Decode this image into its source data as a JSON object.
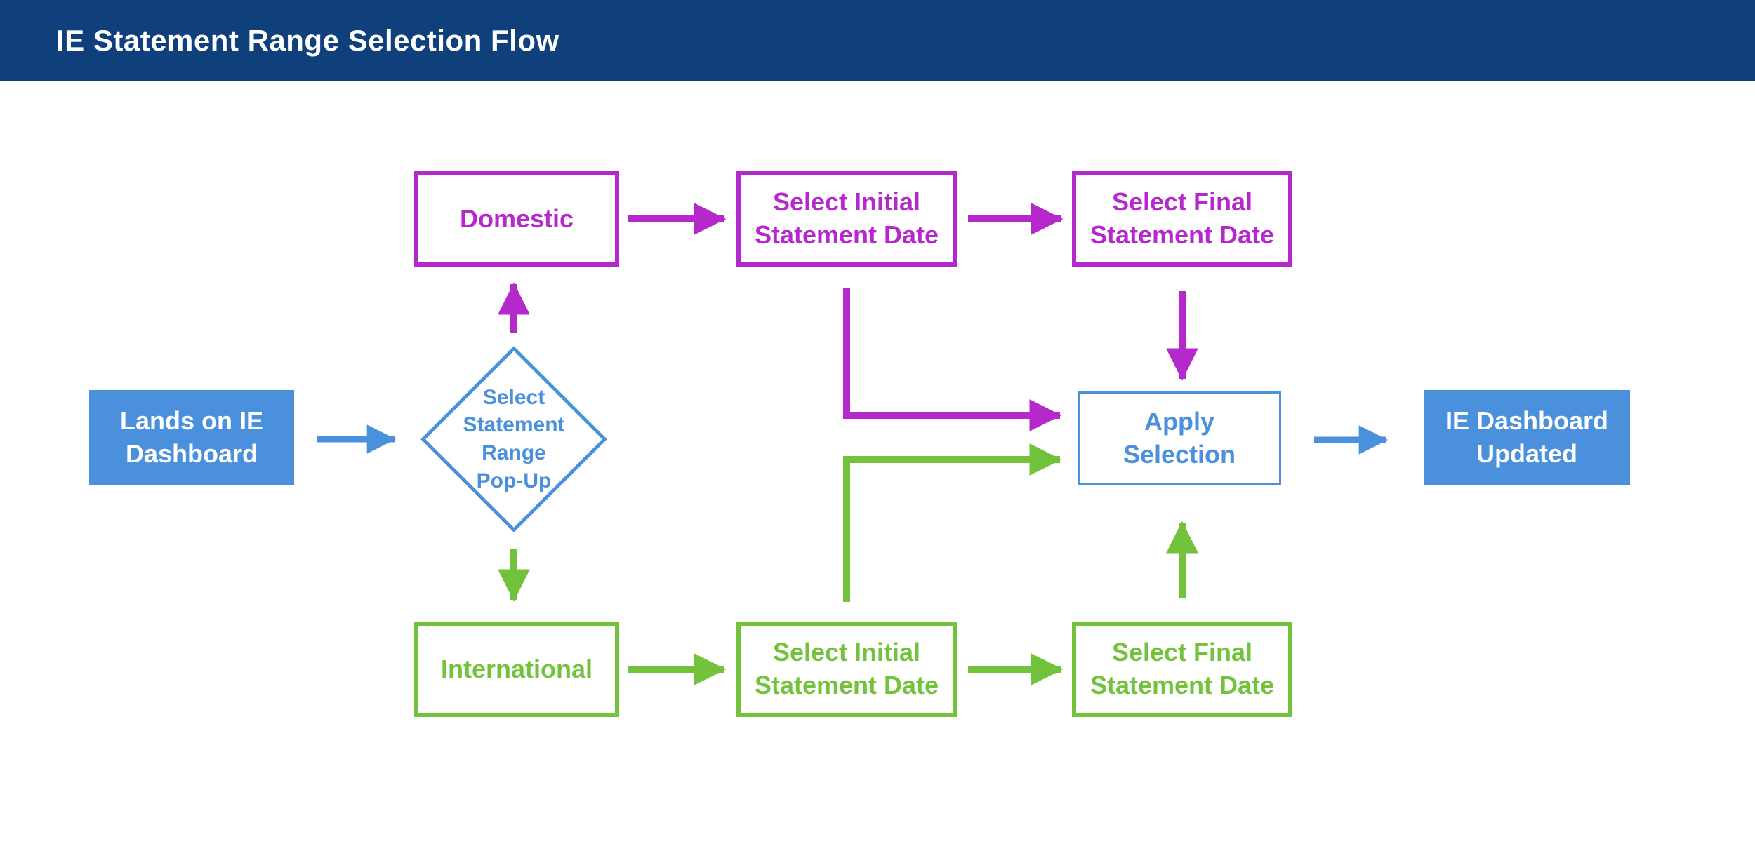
{
  "header": {
    "title": "IE Statement Range Selection Flow"
  },
  "theme": {
    "header_bg": "#0f407c",
    "blue": "#4a90dc",
    "magenta": "#b428cc",
    "green": "#72c23c",
    "white": "#ffffff",
    "canvas_bg": "#ffffff"
  },
  "nodes": {
    "lands": {
      "label": "Lands on IE\nDashboard",
      "shape": "rect-filled",
      "color": "blue"
    },
    "popup": {
      "label": "Select\nStatement\nRange\nPop-Up",
      "shape": "diamond",
      "color": "blue"
    },
    "domestic": {
      "label": "Domestic",
      "shape": "rect-outline",
      "color": "magenta"
    },
    "select_initial_domestic": {
      "label": "Select Initial\nStatement Date",
      "shape": "rect-outline",
      "color": "magenta"
    },
    "select_final_domestic": {
      "label": "Select Final\nStatement Date",
      "shape": "rect-outline",
      "color": "magenta"
    },
    "international": {
      "label": "International",
      "shape": "rect-outline",
      "color": "green"
    },
    "select_initial_international": {
      "label": "Select Initial\nStatement Date",
      "shape": "rect-outline",
      "color": "green"
    },
    "select_final_international": {
      "label": "Select Final\nStatement Date",
      "shape": "rect-outline",
      "color": "green"
    },
    "apply": {
      "label": "Apply\nSelection",
      "shape": "rect-outline",
      "color": "blue"
    },
    "updated": {
      "label": "IE Dashboard\nUpdated",
      "shape": "rect-filled",
      "color": "blue"
    }
  },
  "edges": [
    {
      "from": "lands",
      "to": "popup",
      "color": "blue"
    },
    {
      "from": "popup",
      "to": "domestic",
      "color": "magenta"
    },
    {
      "from": "popup",
      "to": "international",
      "color": "green"
    },
    {
      "from": "domestic",
      "to": "select_initial_domestic",
      "color": "magenta"
    },
    {
      "from": "select_initial_domestic",
      "to": "select_final_domestic",
      "color": "magenta"
    },
    {
      "from": "select_initial_domestic",
      "to": "apply",
      "color": "magenta"
    },
    {
      "from": "select_final_domestic",
      "to": "apply",
      "color": "magenta"
    },
    {
      "from": "international",
      "to": "select_initial_international",
      "color": "green"
    },
    {
      "from": "select_initial_international",
      "to": "select_final_international",
      "color": "green"
    },
    {
      "from": "select_initial_international",
      "to": "apply",
      "color": "green"
    },
    {
      "from": "select_final_international",
      "to": "apply",
      "color": "green"
    },
    {
      "from": "apply",
      "to": "updated",
      "color": "blue"
    }
  ]
}
